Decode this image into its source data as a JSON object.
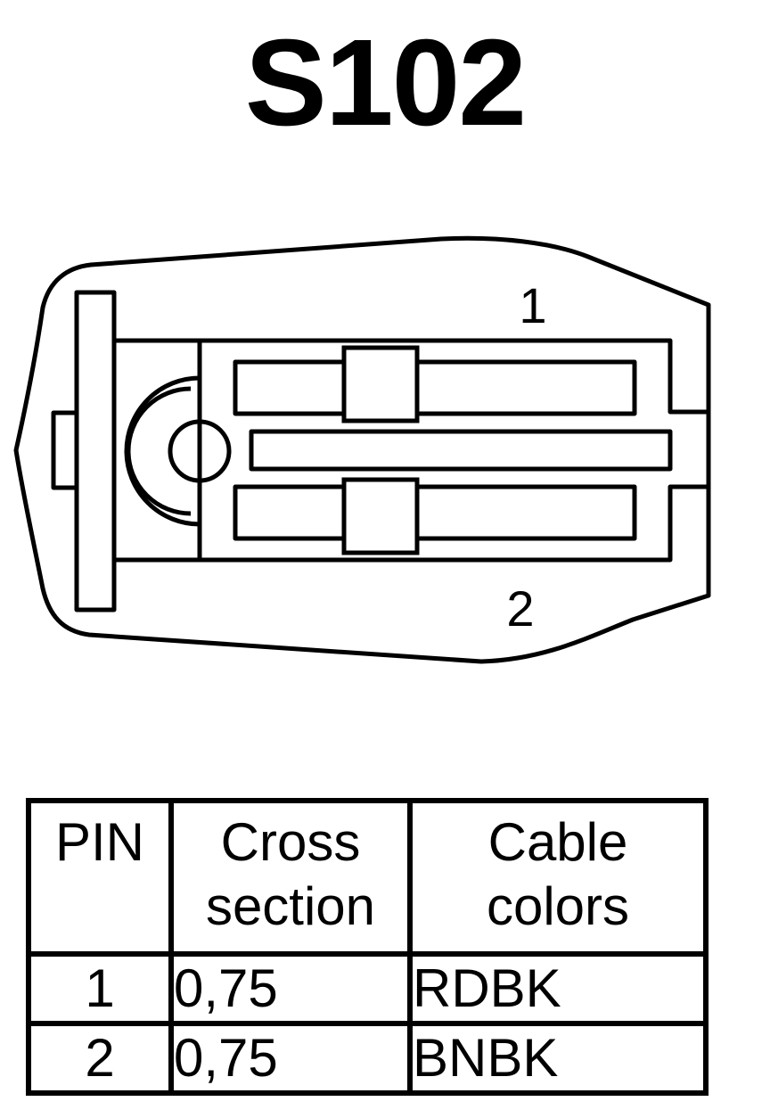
{
  "title": "S102",
  "connector": {
    "pin_labels": [
      "1",
      "2"
    ]
  },
  "table": {
    "headers": {
      "pin": "PIN",
      "cross_section": [
        "Cross",
        "section"
      ],
      "cable_colors": [
        "Cable",
        "colors"
      ]
    },
    "rows": [
      {
        "pin": "1",
        "cross_section": "0,75",
        "color": "RDBK"
      },
      {
        "pin": "2",
        "cross_section": "0,75",
        "color": "BNBK"
      }
    ]
  }
}
